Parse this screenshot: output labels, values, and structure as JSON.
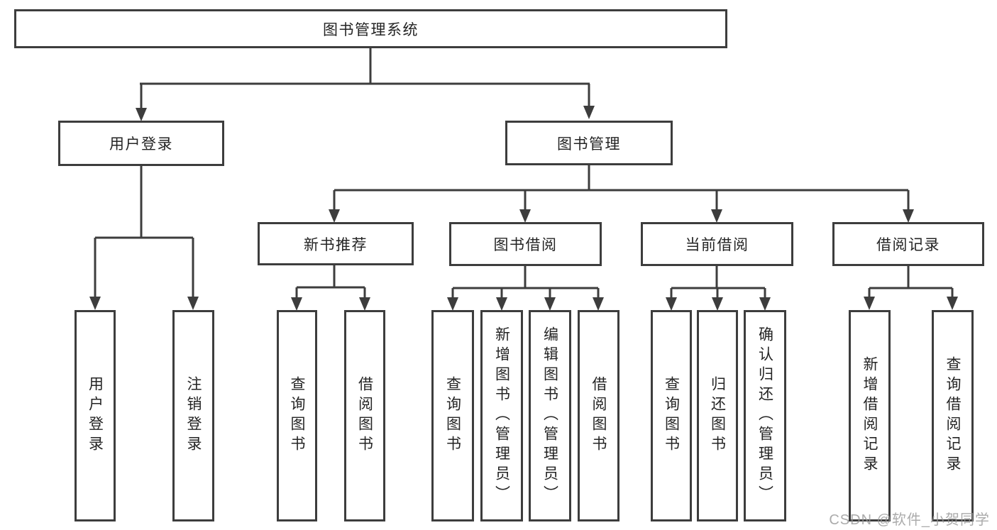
{
  "diagram_title": "图书管理系统",
  "tree": {
    "label": "图书管理系统",
    "children": [
      {
        "label": "用户登录",
        "children": [
          {
            "label": "用户登录"
          },
          {
            "label": "注销登录"
          }
        ]
      },
      {
        "label": "图书管理",
        "children": [
          {
            "label": "新书推荐",
            "children": [
              {
                "label": "查询图书"
              },
              {
                "label": "借阅图书"
              }
            ]
          },
          {
            "label": "图书借阅",
            "children": [
              {
                "label": "查询图书"
              },
              {
                "label": "新增图书（管理员）"
              },
              {
                "label": "编辑图书（管理员）"
              },
              {
                "label": "借阅图书"
              }
            ]
          },
          {
            "label": "当前借阅",
            "children": [
              {
                "label": "查询图书"
              },
              {
                "label": "归还图书"
              },
              {
                "label": "确认归还（管理员）"
              }
            ]
          },
          {
            "label": "借阅记录",
            "children": [
              {
                "label": "新增借阅记录"
              },
              {
                "label": "查询借阅记录"
              }
            ]
          }
        ]
      }
    ]
  },
  "watermark": {
    "text": "CSDN @软件_小贺同学"
  },
  "colors": {
    "background": "#ffffff",
    "line": "#3d3d3d",
    "box_border": "#3d3d3d",
    "text": "#242424",
    "watermark": "#969696"
  }
}
